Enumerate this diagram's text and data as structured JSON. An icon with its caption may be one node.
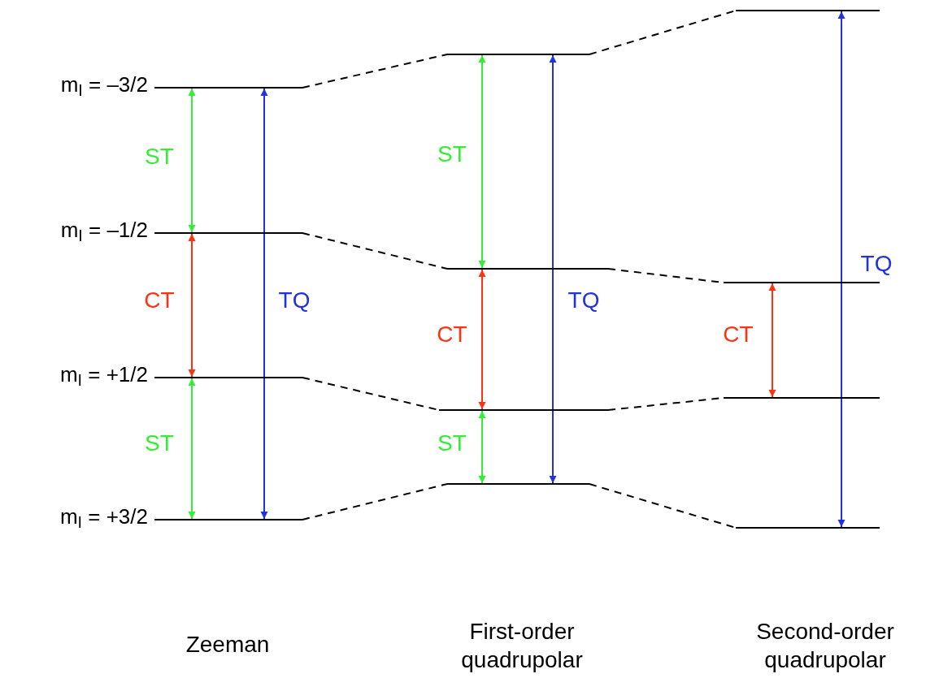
{
  "diagram": {
    "nodes": [
      {
        "text": [],
        "shape": "bar",
        "beside": [
          "m$_{I}$ = –3/2"
        ]
      },
      {
        "text": [],
        "shape": "bar",
        "beside": [
          "m$_{I}$ = –1/2"
        ]
      },
      {
        "text": [],
        "shape": "bar",
        "beside": [
          "m$_{I}$ = +1/2"
        ]
      },
      {
        "text": [],
        "shape": "bar",
        "beside": [
          "m$_{I}$ = +3/2"
        ]
      },
      {
        "text": [],
        "shape": "bar"
      },
      {
        "text": [],
        "shape": "bar"
      },
      {
        "text": [],
        "shape": "bar"
      },
      {
        "text": [],
        "shape": "bar"
      },
      {
        "text": [],
        "shape": "bar"
      },
      {
        "text": [],
        "shape": "bar"
      },
      {
        "text": [],
        "shape": "bar"
      },
      {
        "text": [],
        "shape": "bar"
      }
    ],
    "edges": [
      {
        "from": 0,
        "to": 4,
        "arrow": "none",
        "style": "dashed"
      },
      {
        "from": 1,
        "to": 5,
        "arrow": "none",
        "style": "dashed"
      },
      {
        "from": 2,
        "to": 6,
        "arrow": "none",
        "style": "dashed"
      },
      {
        "from": 3,
        "to": 7,
        "arrow": "none",
        "style": "dashed"
      },
      {
        "from": 4,
        "to": 8,
        "arrow": "none",
        "style": "dashed"
      },
      {
        "from": 5,
        "to": 9,
        "arrow": "none",
        "style": "dashed"
      },
      {
        "from": 6,
        "to": 10,
        "arrow": "none",
        "style": "dashed"
      },
      {
        "from": 7,
        "to": 11,
        "arrow": "none",
        "style": "dashed"
      },
      {
        "from": 0,
        "to": 1,
        "arrow": "both",
        "label": "ST",
        "color": "#33ee33"
      },
      {
        "from": 1,
        "to": 2,
        "arrow": "both",
        "label": "CT",
        "color": "#ff3311"
      },
      {
        "from": 2,
        "to": 3,
        "arrow": "both",
        "label": "ST",
        "color": "#33ee33"
      },
      {
        "from": 0,
        "to": 3,
        "arrow": "both",
        "label": "TQ",
        "color": "#2233dd"
      },
      {
        "from": 4,
        "to": 5,
        "arrow": "both",
        "label": "ST",
        "color": "#33ee33"
      },
      {
        "from": 5,
        "to": 6,
        "arrow": "both",
        "label": "CT",
        "color": "#ff3311"
      },
      {
        "from": 6,
        "to": 7,
        "arrow": "both",
        "label": "ST",
        "color": "#33ee33"
      },
      {
        "from": 4,
        "to": 7,
        "arrow": "both",
        "label": "TQ",
        "color": "#2233dd"
      },
      {
        "from": 9,
        "to": 10,
        "arrow": "both",
        "label": "CT",
        "color": "#ff3311"
      },
      {
        "from": 8,
        "to": 11,
        "arrow": "both",
        "label": "TQ",
        "color": "#2233dd"
      }
    ],
    "labels": [
      "Zeeman",
      "First-order quadrupolar",
      "Second-order quadrupolar"
    ]
  }
}
